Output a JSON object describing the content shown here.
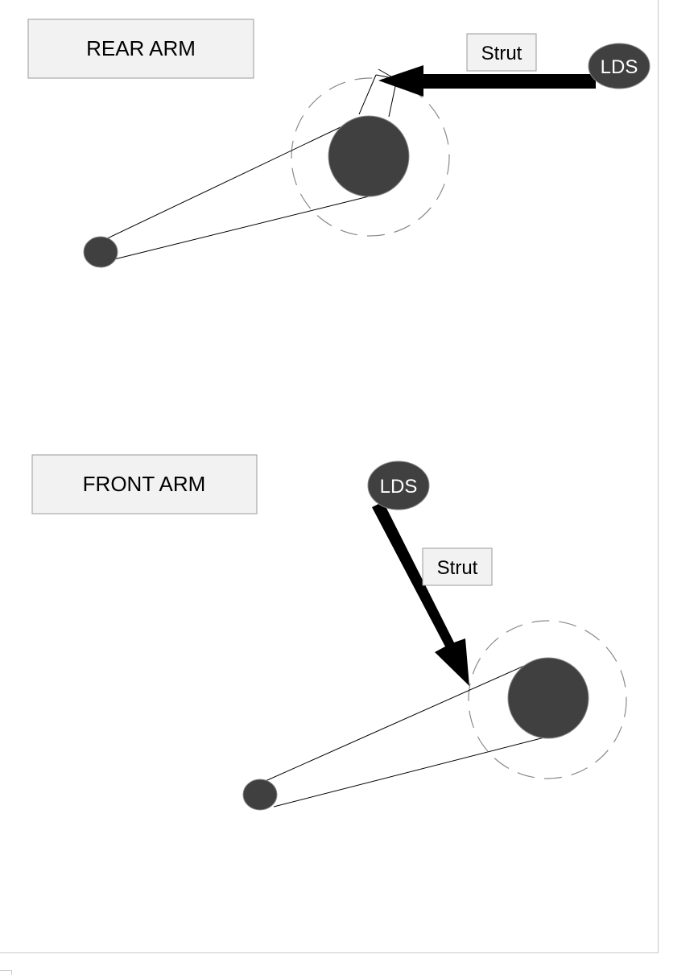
{
  "diagram": {
    "rear": {
      "title": "REAR ARM",
      "strut_label": "Strut",
      "lds_label": "LDS"
    },
    "front": {
      "title": "FRONT ARM",
      "strut_label": "Strut",
      "lds_label": "LDS"
    }
  },
  "colors": {
    "node_fill": "#404040",
    "label_box_fill": "#f2f2f2",
    "label_box_stroke": "#9a9a9a",
    "dashed_circle": "#8a8a8a",
    "arrow": "#000000",
    "line": "#000000"
  }
}
